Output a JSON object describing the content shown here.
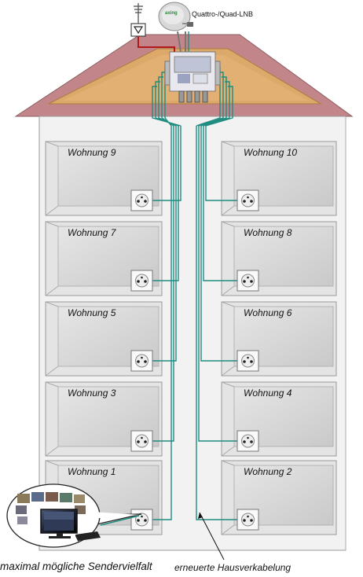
{
  "lnb_label": "Quattro-/Quad-LNB",
  "dish_brand": "axing",
  "apartments": [
    {
      "label": "Wohnung 9"
    },
    {
      "label": "Wohnung 10"
    },
    {
      "label": "Wohnung 7"
    },
    {
      "label": "Wohnung 8"
    },
    {
      "label": "Wohnung 5"
    },
    {
      "label": "Wohnung 6"
    },
    {
      "label": "Wohnung 3"
    },
    {
      "label": "Wohnung 4"
    },
    {
      "label": "Wohnung 1"
    },
    {
      "label": "Wohnung 2"
    }
  ],
  "captions": {
    "left": "maximal mögliche Sendervielfalt",
    "right": "erneuerte Hausverkabelung"
  },
  "colors": {
    "roof": "#c2868a",
    "attic": "#dca96a",
    "cable": "#1e8c80",
    "wall": "#f2f2f2",
    "room": "#d3d3d3"
  }
}
